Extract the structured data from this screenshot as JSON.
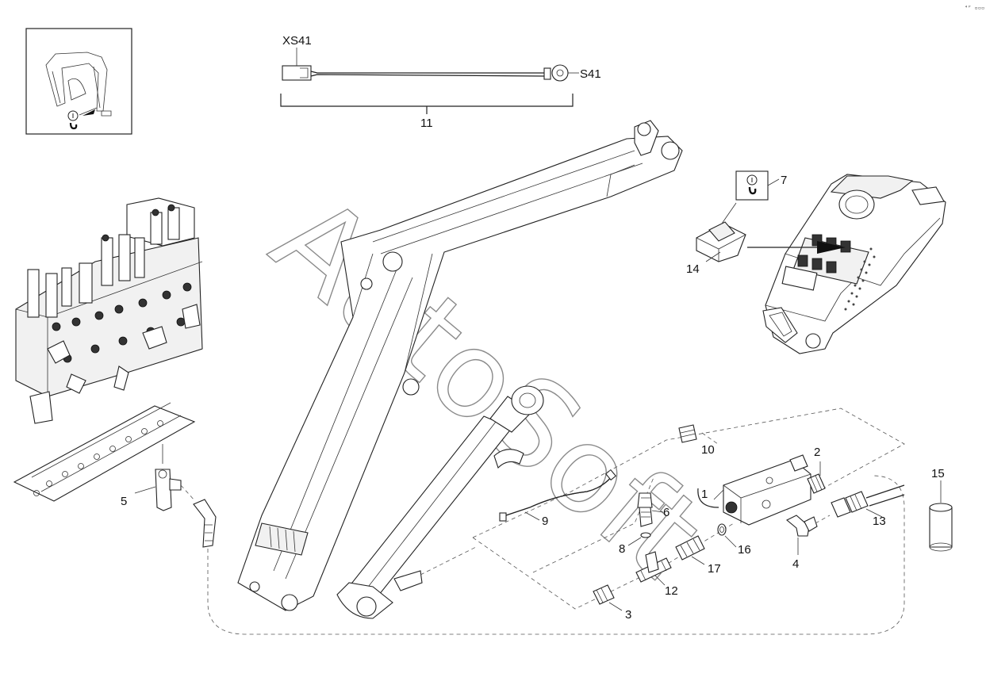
{
  "watermark": "AutoSoft",
  "corner_mark": "⁴ᴾ ▫▫▫",
  "connectors": {
    "left": "XS41",
    "right": "S41"
  },
  "labels": {
    "p1": "1",
    "p2": "2",
    "p3": "3",
    "p4": "4",
    "p5": "5",
    "p6": "6",
    "p7": "7",
    "p8": "8",
    "p9": "9",
    "p10": "10",
    "p11": "11",
    "p12": "12",
    "p13": "13",
    "p14": "14",
    "p15": "15",
    "p16": "16",
    "p17": "17"
  },
  "icons": [
    "lift-hook-icon",
    "lift-hook-icon"
  ]
}
